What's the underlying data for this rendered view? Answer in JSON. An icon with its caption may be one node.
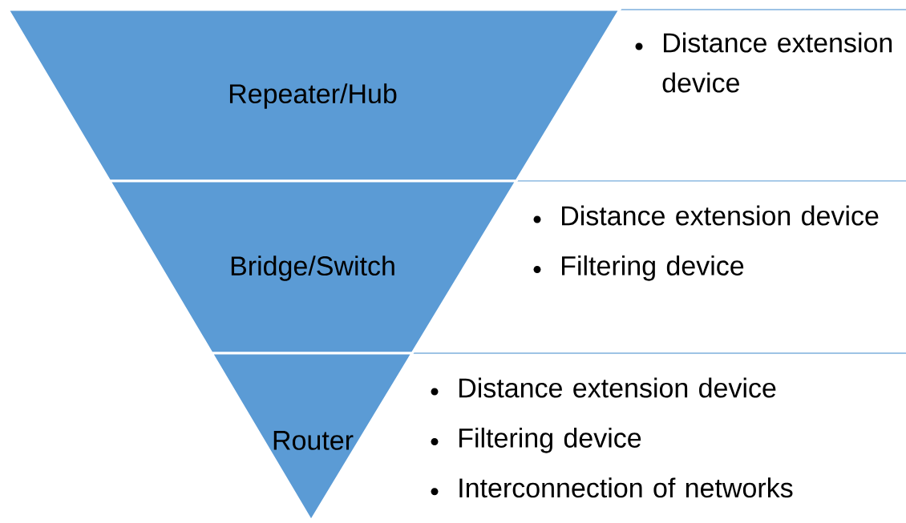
{
  "diagram": {
    "nodes": [
      {
        "text": [
          "Repeater/Hub"
        ],
        "beside": [
          "Distance extension device"
        ]
      },
      {
        "text": [
          "Bridge/Switch"
        ],
        "beside": [
          "Distance extension device",
          "Filtering device"
        ]
      },
      {
        "text": [
          "Router"
        ],
        "beside": [
          "Distance extension device",
          "Filtering device",
          "Interconnection of networks"
        ]
      }
    ]
  }
}
